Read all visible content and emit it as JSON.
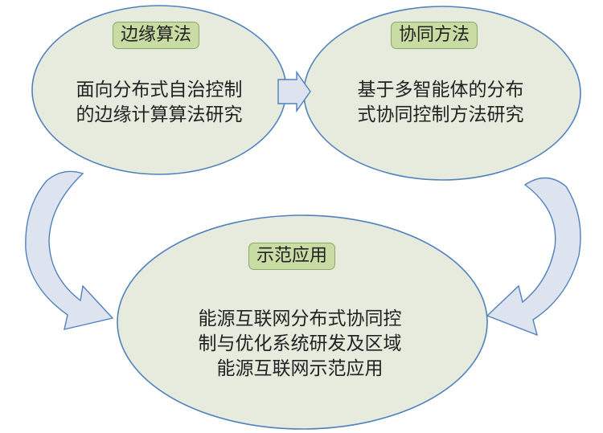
{
  "colors": {
    "ellipse_fill": "#e6ebde",
    "ellipse_stroke": "#4f81bd",
    "tag_fill": "#c8dca4",
    "arrow_fill": "#dde4ef",
    "arrow_stroke": "#4f81bd"
  },
  "nodes": {
    "edge": {
      "tag": "边缘算法",
      "lines": [
        "面向分布式自治控制",
        "的边缘计算算法研究"
      ]
    },
    "cooperative": {
      "tag": "协同方法",
      "lines": [
        "基于多智能体的分布",
        "式协同控制方法研究"
      ]
    },
    "application": {
      "tag": "示范应用",
      "lines": [
        "能源互联网分布式协同控",
        "制与优化系统研发及区域",
        "能源互联网示范应用"
      ]
    }
  }
}
